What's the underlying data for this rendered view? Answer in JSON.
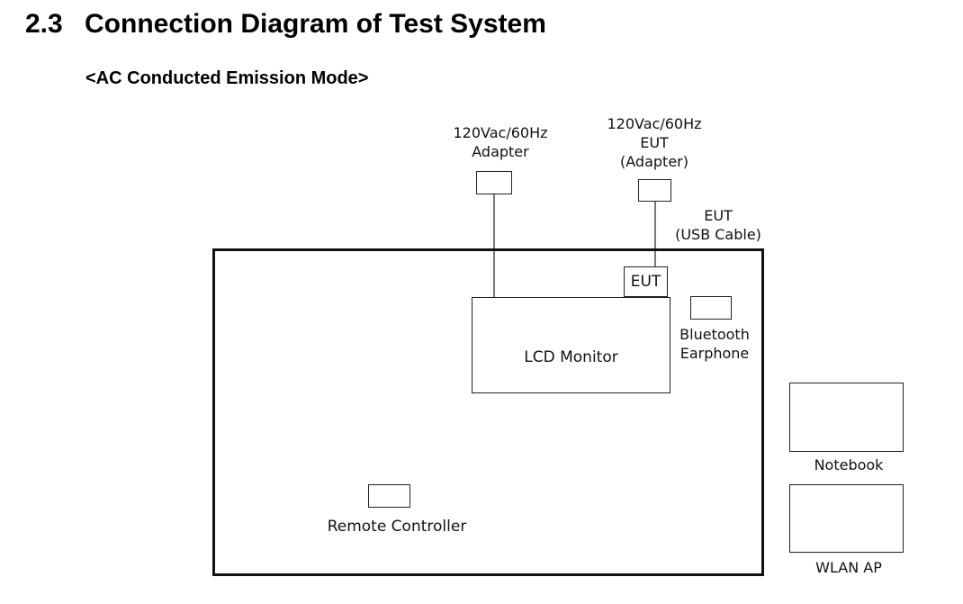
{
  "section": {
    "number": "2.3",
    "title": "Connection Diagram of Test System"
  },
  "mode_label": "<AC Conducted Emission Mode>",
  "diagram": {
    "adapter_label": [
      "120Vac/60Hz",
      "Adapter"
    ],
    "eut_adapter_label": [
      "120Vac/60Hz",
      "EUT",
      "(Adapter)"
    ],
    "usb_cable_label": [
      "EUT",
      "(USB Cable)"
    ],
    "eut_box_label": "EUT",
    "lcd_monitor_label": "LCD Monitor",
    "bluetooth_label": [
      "Bluetooth",
      "Earphone"
    ],
    "remote_label": "Remote Controller",
    "notebook_label": "Notebook",
    "wlan_label": "WLAN AP"
  }
}
